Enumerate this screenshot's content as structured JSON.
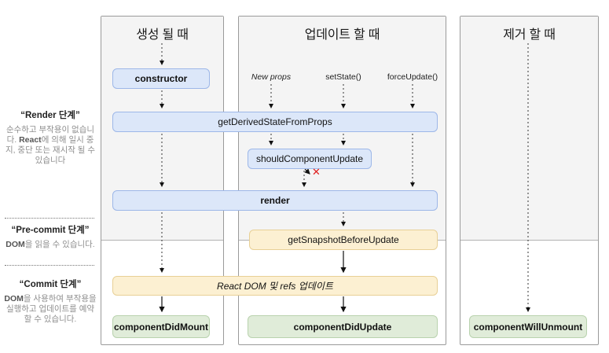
{
  "sidebar": {
    "phases": [
      {
        "title": "“Render 단계”",
        "desc_pre": "순수하고 부작용이 없습니다. ",
        "desc_bold": "React",
        "desc_post": "에 의해 일시 중지, 중단 또는 재시작 될 수 있습니다"
      },
      {
        "title": "“Pre-commit 단계”",
        "desc_pre": "",
        "desc_bold": "DOM",
        "desc_post": "을 읽을 수 있습니다."
      },
      {
        "title": "“Commit 단계”",
        "desc_pre": "",
        "desc_bold": "DOM",
        "desc_post": "을 사용하여 부작용을 실행하고 업데이트를 예약 할 수 있습니다."
      }
    ]
  },
  "columns": [
    {
      "header": "생성 될 때"
    },
    {
      "header": "업데이트 할 때",
      "triggers": [
        "New props",
        "setState()",
        "forceUpdate()"
      ]
    },
    {
      "header": "제거 할 때"
    }
  ],
  "boxes": {
    "constructor": "constructor",
    "get_derived_state_from_props": "getDerivedStateFromProps",
    "should_component_update": "shouldComponentUpdate",
    "render": "render",
    "get_snapshot_before_update": "getSnapshotBeforeUpdate",
    "react_dom_update": "React DOM 및 refs 업데이트",
    "component_did_mount": "componentDidMount",
    "component_did_update": "componentDidUpdate",
    "component_will_unmount": "componentWillUnmount"
  },
  "marks": {
    "cancel": "✕"
  },
  "colors": {
    "blue_fill": "#dce7f9",
    "blue_border": "#9db7e8",
    "yellow_fill": "#fcf0d2",
    "yellow_border": "#e8d096",
    "green_fill": "#e0ecd9",
    "green_border": "#b9d2ae",
    "render_phase_bg": "#f4f4f4",
    "column_border": "#9a9a9a",
    "cancel_red": "#df1d1d"
  }
}
